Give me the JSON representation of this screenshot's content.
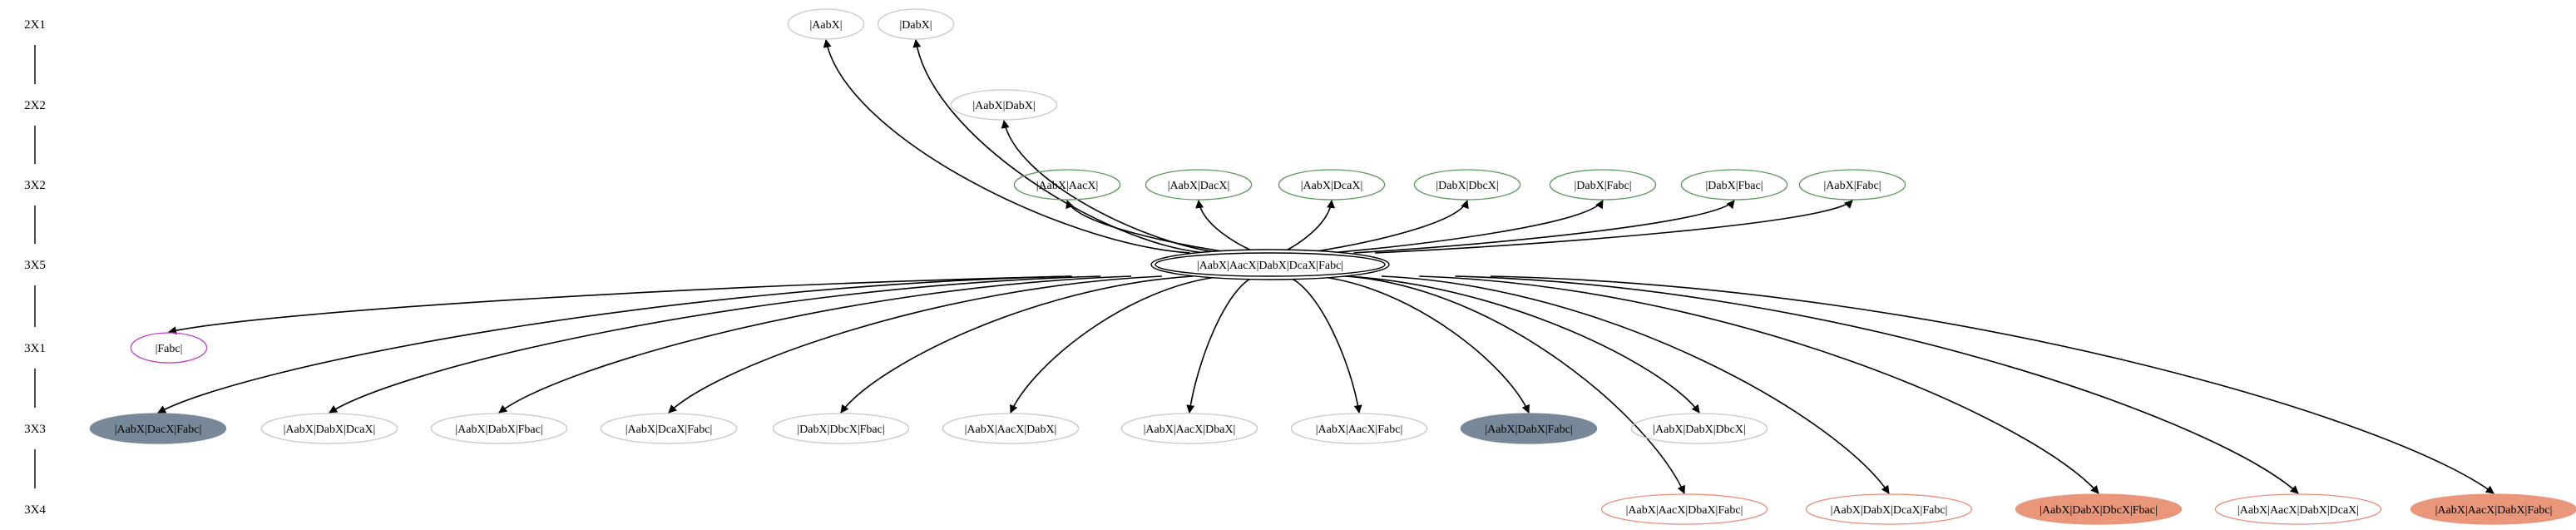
{
  "levels": [
    "2X1",
    "2X2",
    "3X2",
    "3X5",
    "3X1",
    "3X3",
    "3X4"
  ],
  "colors": {
    "edge": "#000000",
    "outline_grey": "#c8c8c8",
    "outline_green": "#5a9a5a",
    "outline_magenta": "#c040c0",
    "outline_salmon": "#e8907a",
    "fill_slate": "#778899",
    "fill_salmon": "#e9967a"
  },
  "center": {
    "label": "|AabX|AacX|DabX|DcaX|Fabc|"
  },
  "nodes": [
    {
      "id": "n1",
      "level": 0,
      "label": "|AabX|",
      "style": "grey-outline"
    },
    {
      "id": "n2",
      "level": 0,
      "label": "|DabX|",
      "style": "grey-outline"
    },
    {
      "id": "n3",
      "level": 1,
      "label": "|AabX|DabX|",
      "style": "grey-outline"
    },
    {
      "id": "n4",
      "level": 2,
      "label": "|AabX|AacX|",
      "style": "green-outline"
    },
    {
      "id": "n5",
      "level": 2,
      "label": "|AabX|DacX|",
      "style": "green-outline"
    },
    {
      "id": "n6",
      "level": 2,
      "label": "|AabX|DcaX|",
      "style": "green-outline"
    },
    {
      "id": "n7",
      "level": 2,
      "label": "|DabX|DbcX|",
      "style": "green-outline"
    },
    {
      "id": "n8",
      "level": 2,
      "label": "|DabX|Fabc|",
      "style": "green-outline"
    },
    {
      "id": "n9",
      "level": 2,
      "label": "|DabX|Fbac|",
      "style": "green-outline"
    },
    {
      "id": "n10",
      "level": 2,
      "label": "|AabX|Fabc|",
      "style": "green-outline"
    },
    {
      "id": "n11",
      "level": 4,
      "label": "|Fabc|",
      "style": "magenta-outline"
    },
    {
      "id": "n12",
      "level": 5,
      "label": "|AabX|DacX|Fabc|",
      "style": "slate-fill"
    },
    {
      "id": "n13",
      "level": 5,
      "label": "|AabX|DabX|DcaX|",
      "style": "grey-outline"
    },
    {
      "id": "n14",
      "level": 5,
      "label": "|AabX|DabX|Fbac|",
      "style": "grey-outline"
    },
    {
      "id": "n15",
      "level": 5,
      "label": "|AabX|DcaX|Fabc|",
      "style": "grey-outline"
    },
    {
      "id": "n16",
      "level": 5,
      "label": "|DabX|DbcX|Fbac|",
      "style": "grey-outline"
    },
    {
      "id": "n17",
      "level": 5,
      "label": "|AabX|AacX|DabX|",
      "style": "grey-outline"
    },
    {
      "id": "n18",
      "level": 5,
      "label": "|AabX|AacX|DbaX|",
      "style": "grey-outline"
    },
    {
      "id": "n19",
      "level": 5,
      "label": "|AabX|AacX|Fabc|",
      "style": "grey-outline"
    },
    {
      "id": "n20",
      "level": 5,
      "label": "|AabX|DabX|Fabc|",
      "style": "slate-fill"
    },
    {
      "id": "n21",
      "level": 5,
      "label": "|AabX|DabX|DbcX|",
      "style": "grey-outline"
    },
    {
      "id": "n22",
      "level": 6,
      "label": "|AabX|AacX|DbaX|Fabc|",
      "style": "salmon-outline"
    },
    {
      "id": "n23",
      "level": 6,
      "label": "|AabX|DabX|DcaX|Fabc|",
      "style": "salmon-outline"
    },
    {
      "id": "n24",
      "level": 6,
      "label": "|AabX|DabX|DbcX|Fbac|",
      "style": "salmon-fill"
    },
    {
      "id": "n25",
      "level": 6,
      "label": "|AabX|AacX|DabX|DcaX|",
      "style": "salmon-outline"
    },
    {
      "id": "n26",
      "level": 6,
      "label": "|AabX|AacX|DabX|Fabc|",
      "style": "salmon-fill"
    }
  ]
}
